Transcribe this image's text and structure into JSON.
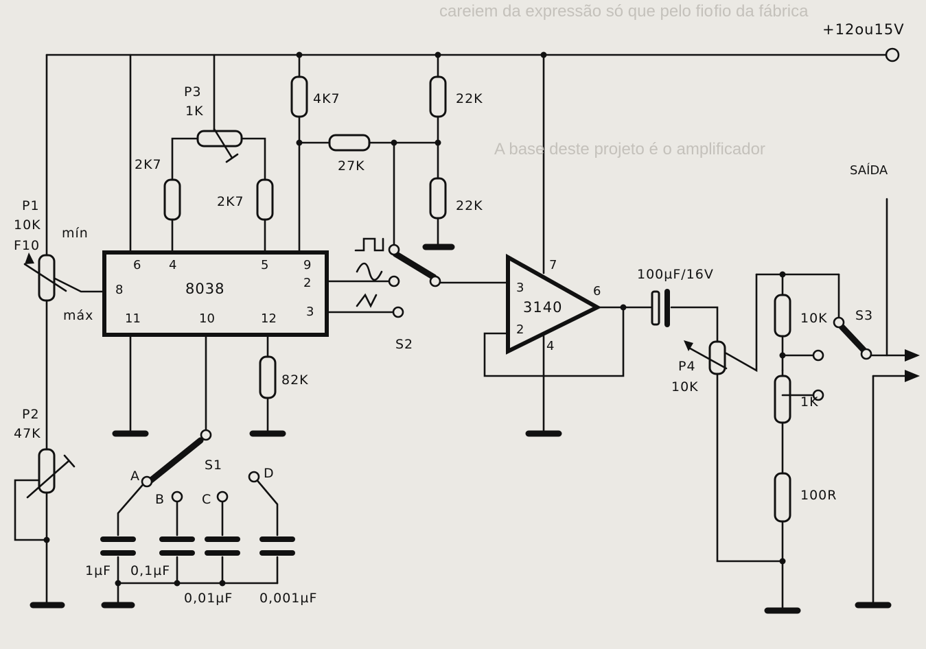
{
  "supply_label": "+12ou15V",
  "ic_main": {
    "name": "8038",
    "pins": {
      "p6": "6",
      "p4": "4",
      "p5": "5",
      "p9": "9",
      "p8": "8",
      "p2": "2",
      "p11": "11",
      "p10": "10",
      "p12": "12",
      "p3": "3"
    }
  },
  "opamp": {
    "name": "3140",
    "pins": {
      "p3": "3",
      "p2": "2",
      "p7": "7",
      "p4": "4",
      "p6": "6"
    }
  },
  "resistors": {
    "r_2k7_left": "2K7",
    "r_2k7_right": "2K7",
    "r_4k7": "4K7",
    "r_27k": "27K",
    "r_22k_top": "22K",
    "r_22k_bottom": "22K",
    "r_82k": "82K",
    "r_10k": "10K",
    "r_1k": "1K",
    "r_100r": "100R"
  },
  "pots": {
    "p1_name": "P1",
    "p1_value": "10K",
    "p1_taper": "F10",
    "p1_min": "mín",
    "p1_max": "máx",
    "p2_name": "P2",
    "p2_value": "47K",
    "p3_name": "P3",
    "p3_value": "1K",
    "p4_name": "P4",
    "p4_value": "10K"
  },
  "capacitors": {
    "c_out": "100µF/16V",
    "c_a": "1µF",
    "c_b": "0,1µF",
    "c_c": "0,01µF",
    "c_d": "0,001µF"
  },
  "switches": {
    "s1": "S1",
    "s2": "S2",
    "s3": "S3",
    "pos_a": "A",
    "pos_b": "B",
    "pos_c": "C",
    "pos_d": "D"
  },
  "output_label": "SAÍDA",
  "waveform_symbols": {
    "square": "square-wave-icon",
    "sine": "sine-wave-icon",
    "triangle": "triangle-wave-icon"
  }
}
